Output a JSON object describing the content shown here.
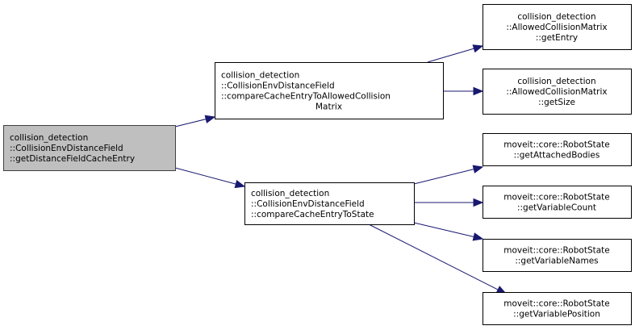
{
  "title": "Call graph: getDistanceFieldCacheEntry",
  "colors": {
    "edge": "#191970",
    "root_fill": "#bfbfbf",
    "node_fill": "#ffffff",
    "border": "#000000"
  },
  "nodes": [
    {
      "id": "root",
      "lines": [
        "collision_detection",
        "::CollisionEnvDistanceField",
        "::getDistanceFieldCacheEntry"
      ],
      "align": "left",
      "highlighted": true
    },
    {
      "id": "acm",
      "lines": [
        "collision_detection",
        "::CollisionEnvDistanceField",
        "::compareCacheEntryToAllowedCollision",
        "Matrix"
      ],
      "align": "left-last-center",
      "highlighted": false
    },
    {
      "id": "state",
      "lines": [
        "collision_detection",
        "::CollisionEnvDistanceField",
        "::compareCacheEntryToState"
      ],
      "align": "left",
      "highlighted": false
    },
    {
      "id": "getEntry",
      "lines": [
        "collision_detection",
        "::AllowedCollisionMatrix",
        "::getEntry"
      ],
      "align": "left-last-center",
      "highlighted": false
    },
    {
      "id": "getSize",
      "lines": [
        "collision_detection",
        "::AllowedCollisionMatrix",
        "::getSize"
      ],
      "align": "left-last-center",
      "highlighted": false
    },
    {
      "id": "getAttachedBodies",
      "lines": [
        "moveit::core::RobotState",
        "::getAttachedBodies"
      ],
      "align": "center",
      "highlighted": false
    },
    {
      "id": "getVariableCount",
      "lines": [
        "moveit::core::RobotState",
        "::getVariableCount"
      ],
      "align": "center",
      "highlighted": false
    },
    {
      "id": "getVariableNames",
      "lines": [
        "moveit::core::RobotState",
        "::getVariableNames"
      ],
      "align": "center",
      "highlighted": false
    },
    {
      "id": "getVariablePosition",
      "lines": [
        "moveit::core::RobotState",
        "::getVariablePosition"
      ],
      "align": "center",
      "highlighted": false
    }
  ],
  "edges": [
    {
      "from": "root",
      "to": "acm"
    },
    {
      "from": "root",
      "to": "state"
    },
    {
      "from": "acm",
      "to": "getEntry"
    },
    {
      "from": "acm",
      "to": "getSize"
    },
    {
      "from": "state",
      "to": "getAttachedBodies"
    },
    {
      "from": "state",
      "to": "getVariableCount"
    },
    {
      "from": "state",
      "to": "getVariableNames"
    },
    {
      "from": "state",
      "to": "getVariablePosition"
    }
  ]
}
